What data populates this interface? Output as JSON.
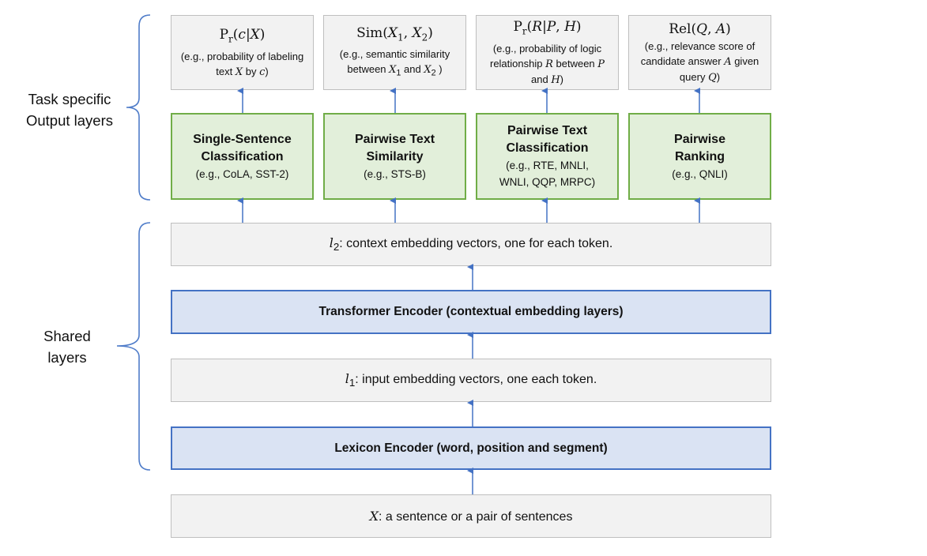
{
  "side_labels": {
    "task_specific": "Task specific\nOutput layers",
    "shared": "Shared\nlayers"
  },
  "outputs": [
    {
      "formula": "Pr(c|X)",
      "description": "(e.g., probability of labeling text X by c)"
    },
    {
      "formula": "Sim(X1, X2)",
      "description": "(e.g., semantic similarity between X1 and X2 )"
    },
    {
      "formula": "Pr(R|P, H)",
      "description": "(e.g., probability of logic relationship R between P and H)"
    },
    {
      "formula": "Rel(Q, A)",
      "description": "(e.g., relevance score of candidate answer A given query Q)"
    }
  ],
  "tasks": [
    {
      "title": "Single-Sentence Classification",
      "examples": "(e.g., CoLA, SST-2)"
    },
    {
      "title": "Pairwise Text Similarity",
      "examples": "(e.g., STS-B)"
    },
    {
      "title": "Pairwise Text Classification",
      "examples": "(e.g., RTE, MNLI, WNLI, QQP, MRPC)"
    },
    {
      "title": "Pairwise Ranking",
      "examples": "(e.g., QNLI)"
    }
  ],
  "layers": {
    "l2": {
      "symbol": "l2",
      "text": ": context embedding vectors, one for each token."
    },
    "transformer": "Transformer Encoder (contextual embedding layers)",
    "l1": {
      "symbol": "l1",
      "text": ": input embedding vectors, one each token."
    },
    "lexicon": "Lexicon Encoder (word, position and segment)",
    "input": {
      "symbol": "X",
      "text": ": a sentence or a pair of sentences"
    }
  },
  "colors": {
    "green_fill": "#e2efda",
    "green_border": "#70ad47",
    "blue_fill": "#dae3f3",
    "blue_border": "#4472c4",
    "gray_fill": "#f2f2f2",
    "arrow": "#4472c4"
  }
}
